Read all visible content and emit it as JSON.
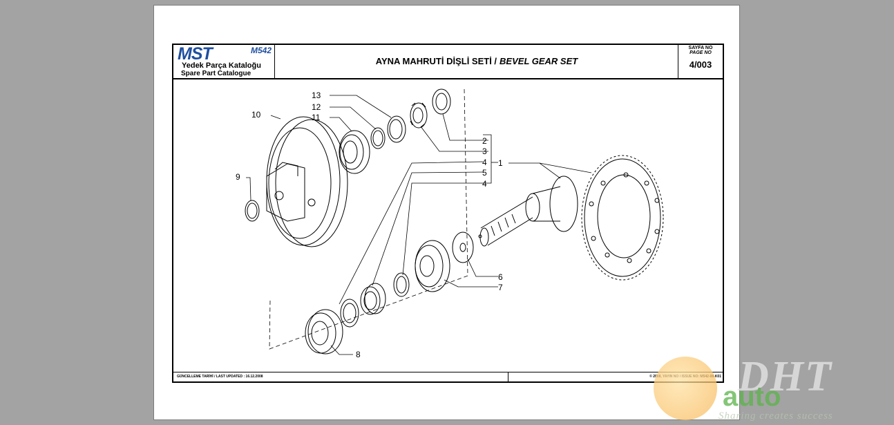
{
  "header": {
    "logo": {
      "brand": "MST",
      "model": "M542",
      "subtitle_tr": "Yedek Parça Kataloğu",
      "subtitle_en": "Spare Part Catalogue"
    },
    "title_tr": "AYNA MAHRUTİ DİŞLİ SETİ /",
    "title_en": "BEVEL GEAR SET",
    "page_label_tr": "SAYFA NO",
    "page_label_en": "PAGE NO",
    "page_number": "4/003"
  },
  "callouts": [
    "13",
    "12",
    "11",
    "10",
    "9",
    "2",
    "3",
    "4",
    "5",
    "4",
    "1",
    "6",
    "7",
    "8"
  ],
  "footer": {
    "last_updated": "GÜNCELLEME TARİHİ  / LAST UPDATED : 16.12.2008",
    "issue": "© 2008, YAYIN NO / ISSUE NO: M542-08-K01"
  },
  "watermark": {
    "brand": "DHT",
    "brand2": "auto",
    "tagline": "Sharing creates success"
  },
  "colors": {
    "brand_blue": "#1f4f9e",
    "watermark_green": "#5bb34a",
    "page_bg": "#a3a3a3"
  }
}
